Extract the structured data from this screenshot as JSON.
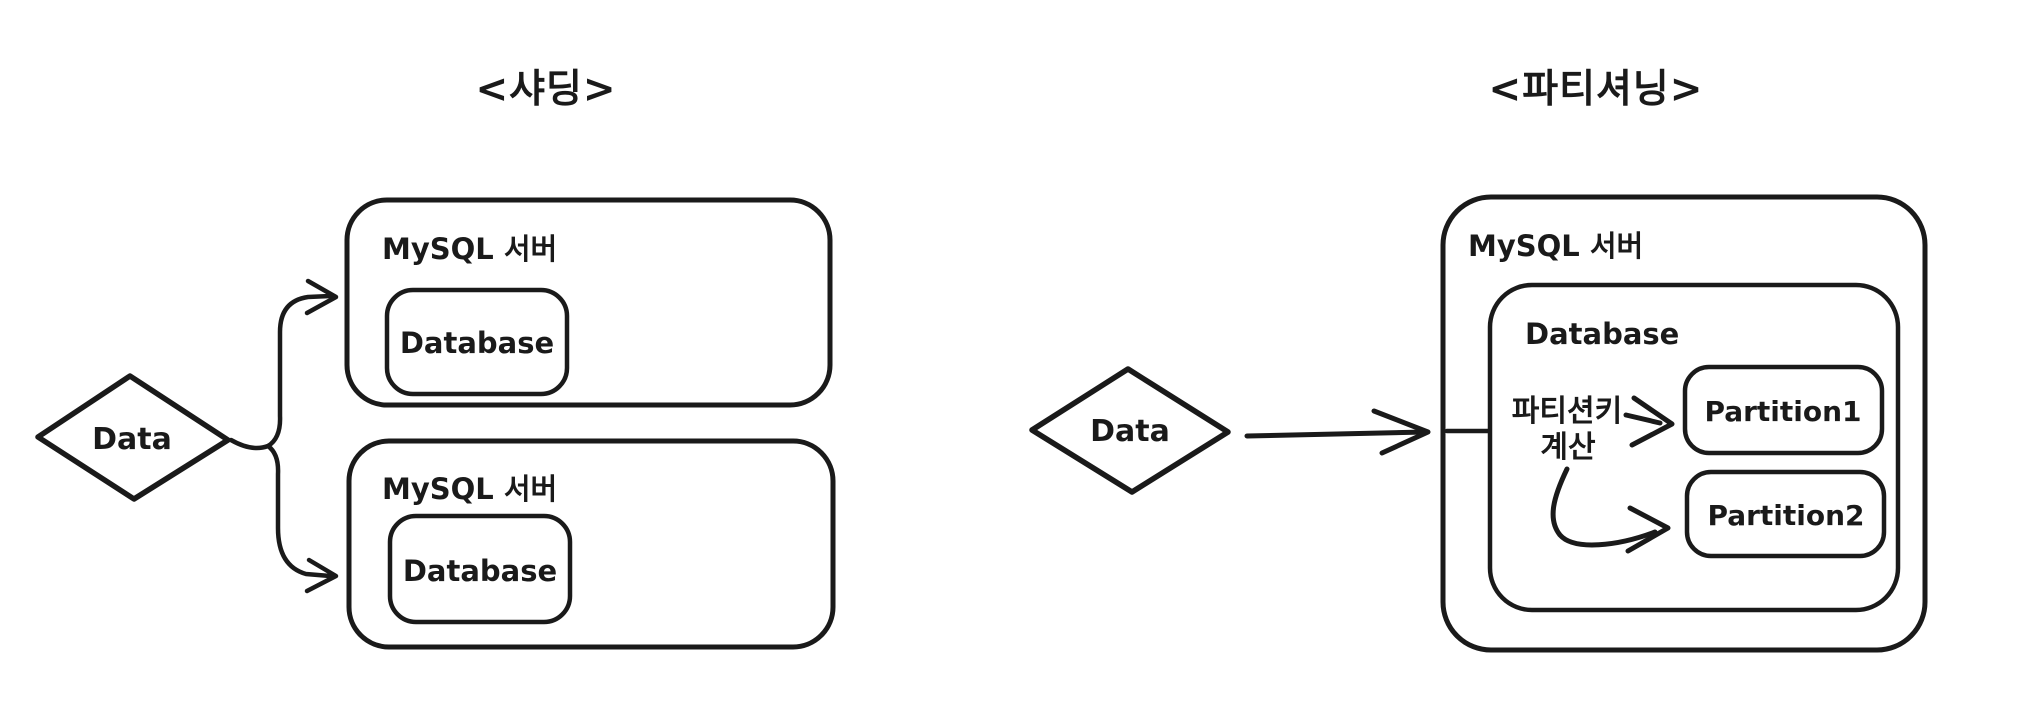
{
  "colors": {
    "background": "#ffffff",
    "stroke": "#1a1a1a"
  },
  "left": {
    "title": "<샤딩>",
    "data_label": "Data",
    "servers": [
      {
        "label": "MySQL 서버",
        "db_label": "Database"
      },
      {
        "label": "MySQL 서버",
        "db_label": "Database"
      }
    ]
  },
  "right": {
    "title": "<파티셔닝>",
    "data_label": "Data",
    "server_label": "MySQL 서버",
    "db_label": "Database",
    "partition_key_line1": "파티션키",
    "partition_key_line2": "계산",
    "partitions": [
      {
        "label": "Partition1"
      },
      {
        "label": "Partition2"
      }
    ]
  }
}
